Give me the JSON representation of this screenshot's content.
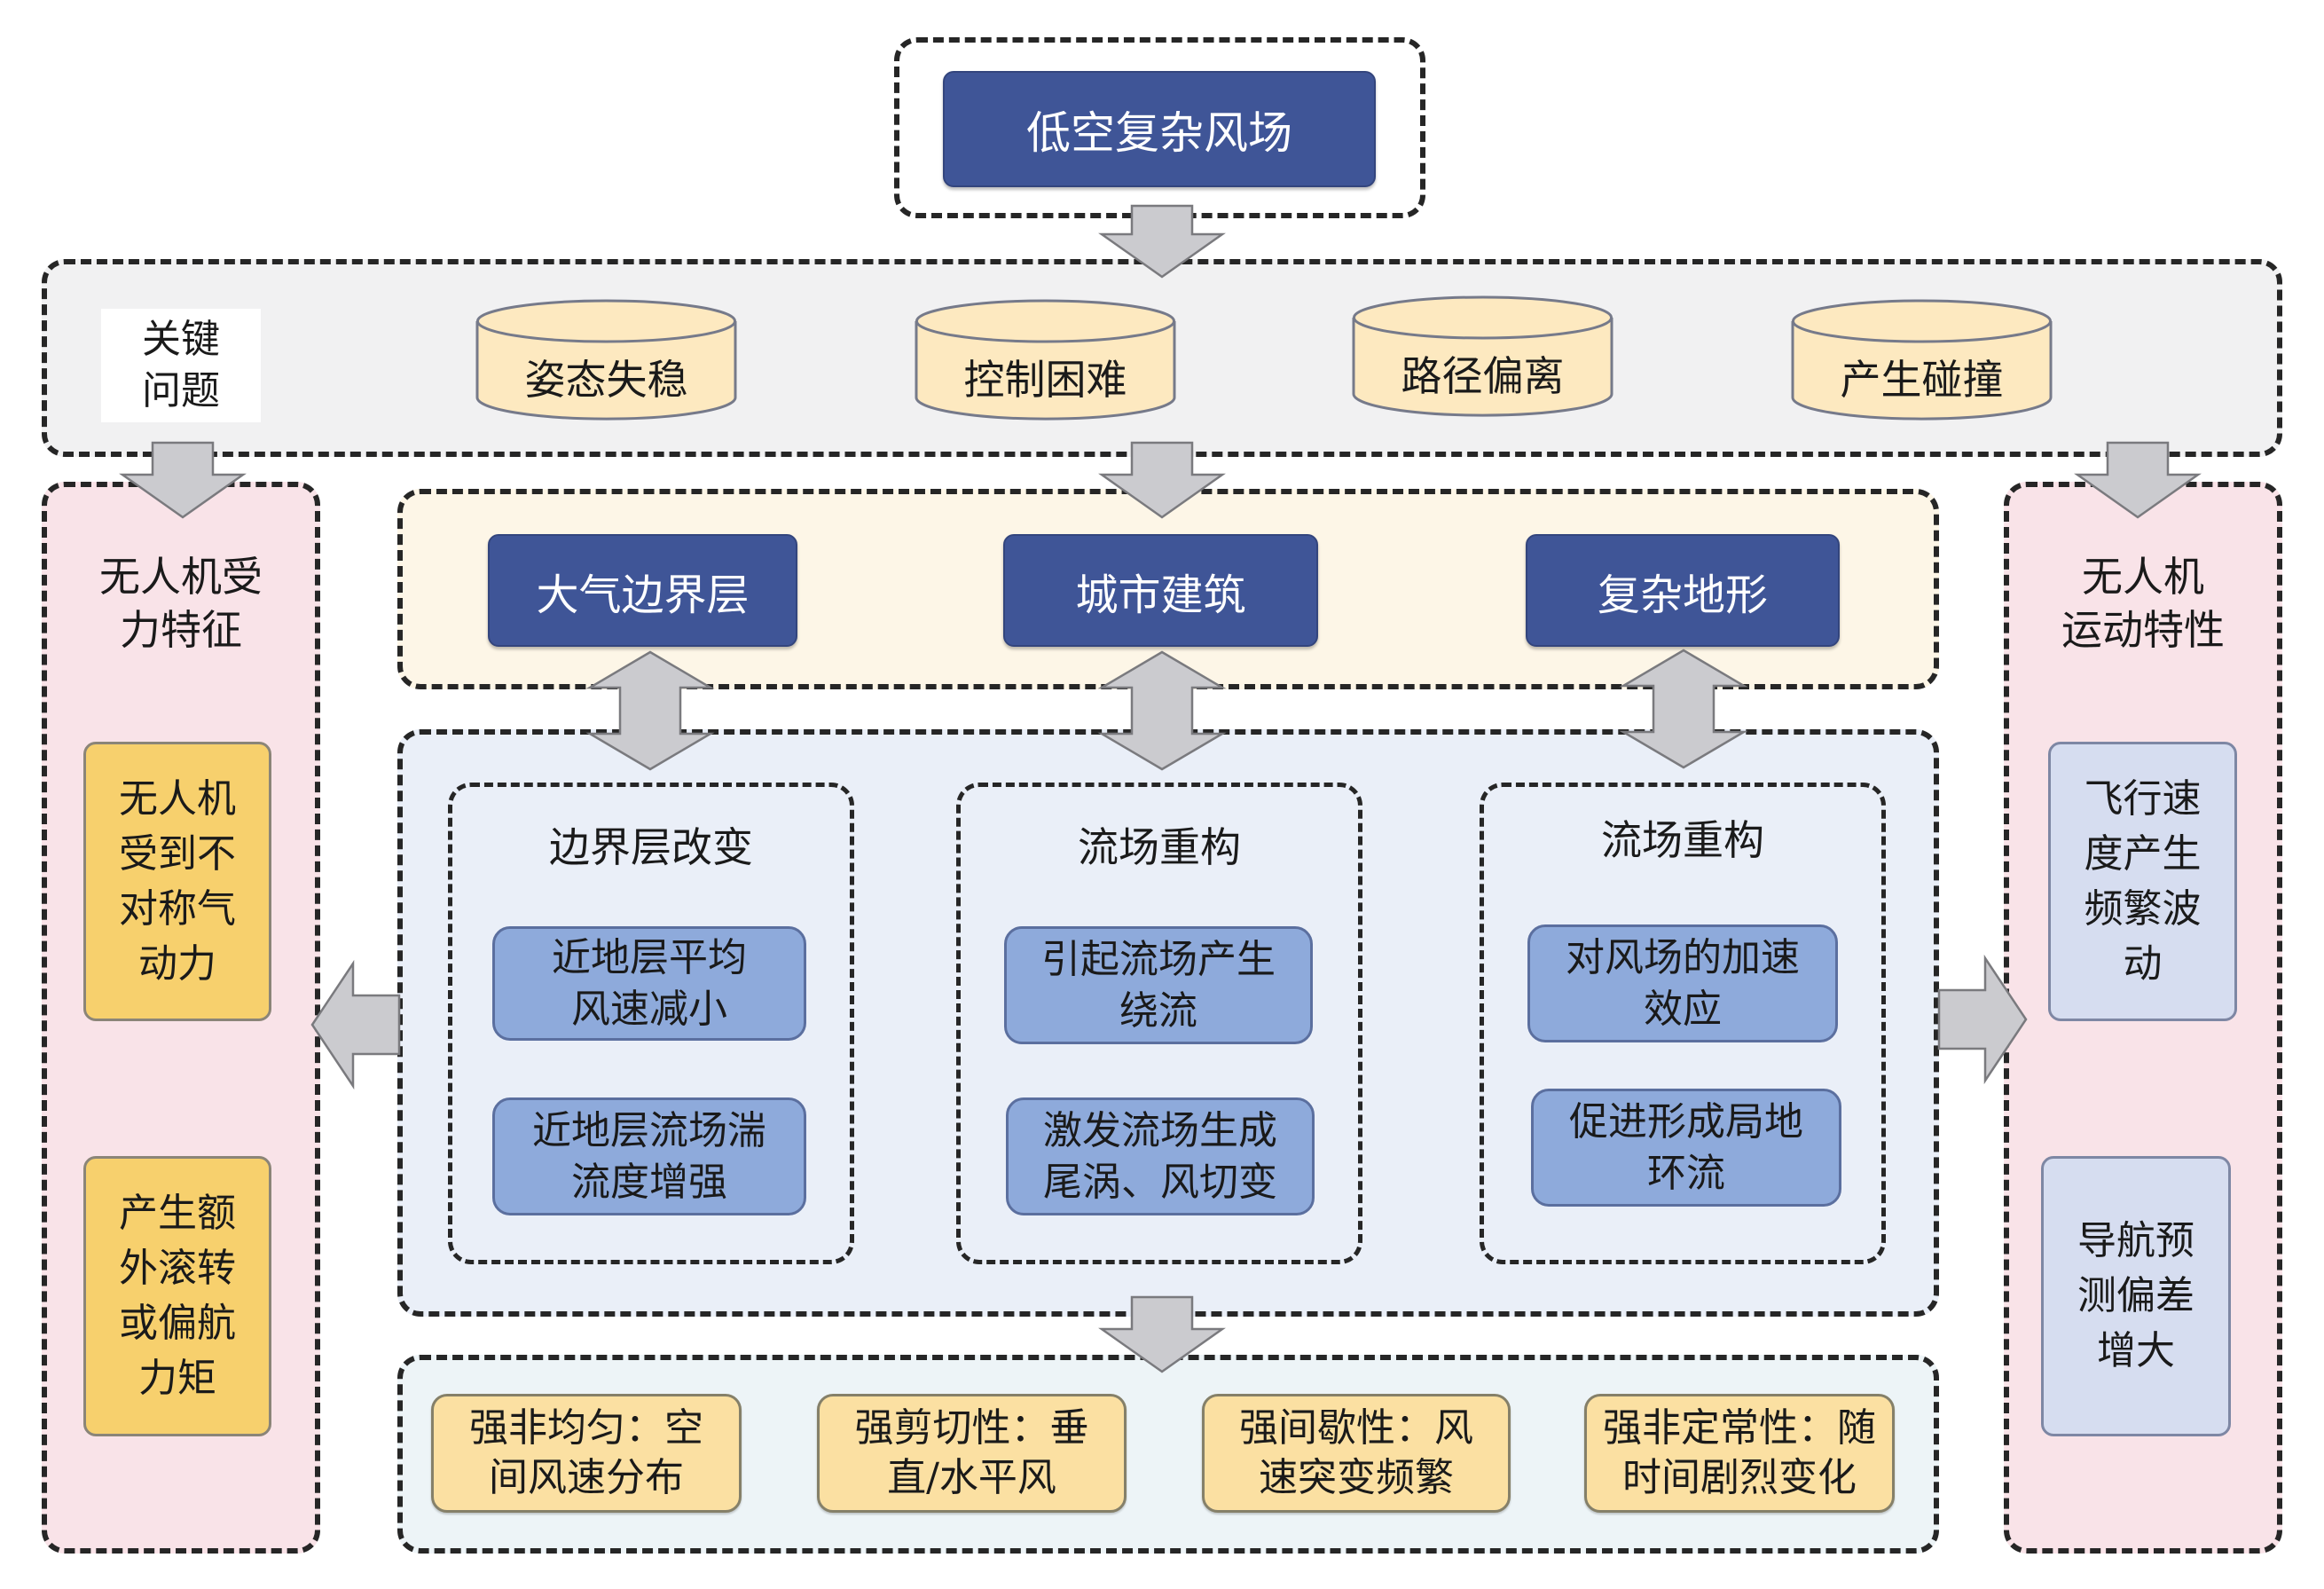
{
  "diagram": {
    "source": {
      "label": "低空复杂风场"
    },
    "key_issues": {
      "section_label": "关键\n问题",
      "items": [
        "姿态失稳",
        "控制困难",
        "路径偏离",
        "产生碰撞"
      ]
    },
    "factors": {
      "items": [
        "大气边界层",
        "城市建筑",
        "复杂地形"
      ]
    },
    "effects": {
      "columns": [
        {
          "title": "边界层改变",
          "items": [
            "近地层平均\n风速减小",
            "近地层流场湍\n流度增强"
          ]
        },
        {
          "title": "流场重构",
          "items": [
            "引起流场产生\n绕流",
            "激发流场生成\n尾涡、风切变"
          ]
        },
        {
          "title": "流场重构",
          "items": [
            "对风场的加速\n效应",
            "促进形成局地\n环流"
          ]
        }
      ]
    },
    "wind_features": {
      "items": [
        "强非均匀：空\n间风速分布",
        "强剪切性：垂\n直/水平风",
        "强间歇性：风\n速突变频繁",
        "强非定常性：随\n时间剧烈变化"
      ]
    },
    "force_characteristics": {
      "title": "无人机受\n力特征",
      "items": [
        "无人机\n受到不\n对称气\n动力",
        "产生额\n外滚转\n或偏航\n力矩"
      ]
    },
    "motion_characteristics": {
      "title": "无人机\n运动特性",
      "items": [
        "飞行速\n度产生\n频繁波\n动",
        "导航预\n测偏差\n增大"
      ]
    },
    "colors": {
      "navy": "#3f5597",
      "mid_blue": "#8eaadb",
      "gold": "#f7d06d",
      "peach": "#fbe0a2",
      "cylinder": "#fde9c0",
      "lavender": "#d6ddf0",
      "pink_panel": "#f9e3e8",
      "cream_panel": "#fdf6e7",
      "blue_panel": "#eaeff8",
      "teal_panel": "#edf4f7",
      "gray_band": "#f1f1f2",
      "arrow_fill": "#cbcbcf"
    }
  }
}
